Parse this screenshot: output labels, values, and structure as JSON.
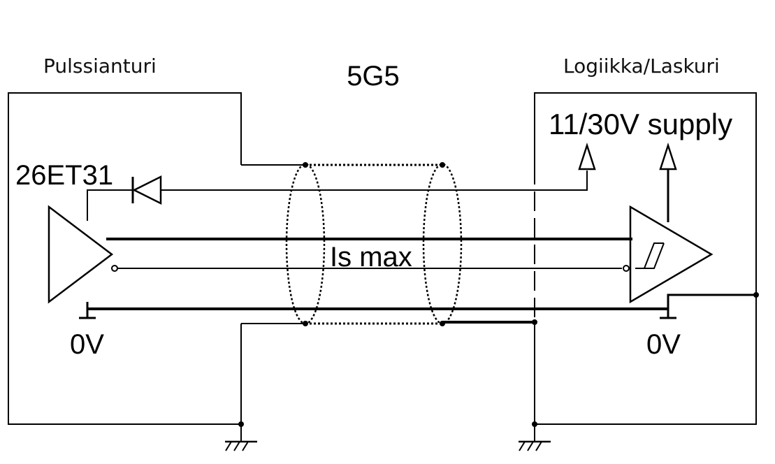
{
  "labels": {
    "left_module": "Pulssianturi",
    "cable_type": "5G5",
    "right_module": "Logiikka/Laskuri",
    "driver_ic": "26ET31",
    "supply": "11/30V supply",
    "shield_current": "Is max",
    "ground_left": "0V",
    "ground_right": "0V"
  }
}
